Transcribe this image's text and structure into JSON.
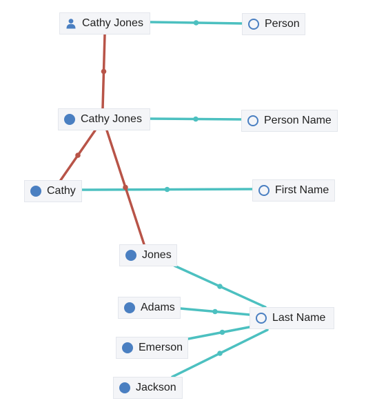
{
  "colors": {
    "instance_edge": "#4cc0c0",
    "component_edge": "#b85448",
    "node_icon": "#4a7fc1",
    "node_bg": "#f4f5f8",
    "node_border": "#e3e6ec"
  },
  "nodes": {
    "cathy_jones_top": {
      "label": "Cathy Jones",
      "icon": "person-icon"
    },
    "person": {
      "label": "Person",
      "icon": "ring-icon"
    },
    "cathy_jones_mid": {
      "label": "Cathy Jones",
      "icon": "filled-dot-icon"
    },
    "person_name": {
      "label": "Person Name",
      "icon": "ring-icon"
    },
    "cathy": {
      "label": "Cathy",
      "icon": "filled-dot-icon"
    },
    "first_name": {
      "label": "First Name",
      "icon": "ring-icon"
    },
    "jones": {
      "label": "Jones",
      "icon": "filled-dot-icon"
    },
    "adams": {
      "label": "Adams",
      "icon": "filled-dot-icon"
    },
    "last_name": {
      "label": "Last Name",
      "icon": "ring-icon"
    },
    "emerson": {
      "label": "Emerson",
      "icon": "filled-dot-icon"
    },
    "jackson": {
      "label": "Jackson",
      "icon": "filled-dot-icon"
    }
  },
  "edges": [
    {
      "from": "cathy_jones_top",
      "to": "person",
      "kind": "instance"
    },
    {
      "from": "cathy_jones_mid",
      "to": "person_name",
      "kind": "instance"
    },
    {
      "from": "cathy",
      "to": "first_name",
      "kind": "instance"
    },
    {
      "from": "jones",
      "to": "last_name",
      "kind": "instance"
    },
    {
      "from": "adams",
      "to": "last_name",
      "kind": "instance"
    },
    {
      "from": "emerson",
      "to": "last_name",
      "kind": "instance"
    },
    {
      "from": "jackson",
      "to": "last_name",
      "kind": "instance"
    },
    {
      "from": "cathy_jones_top",
      "to": "cathy_jones_mid",
      "kind": "component"
    },
    {
      "from": "cathy_jones_mid",
      "to": "cathy",
      "kind": "component"
    },
    {
      "from": "cathy_jones_mid",
      "to": "jones",
      "kind": "component"
    }
  ]
}
